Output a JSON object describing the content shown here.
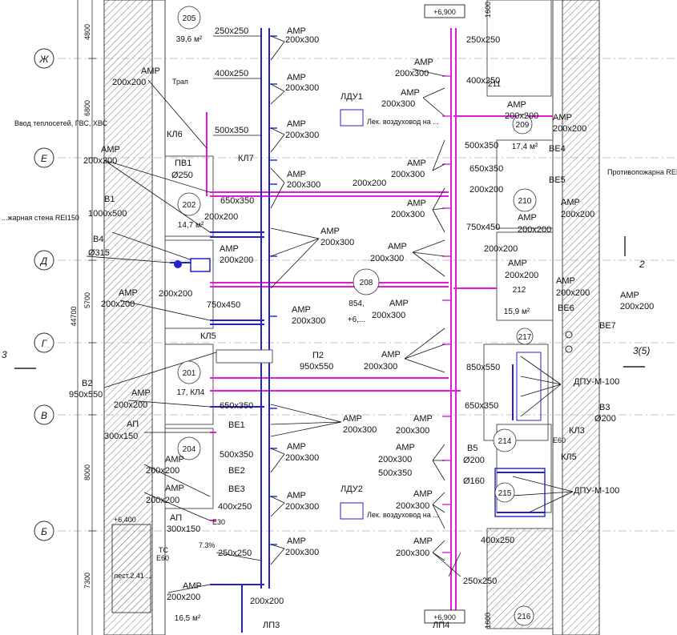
{
  "axes": {
    "left": [
      "Ж",
      "Е",
      "Д",
      "Г",
      "В",
      "Б"
    ],
    "right_top": "2",
    "right_mid": "3(5)",
    "left_mid": "3"
  },
  "dimensions": [
    "4800",
    "6800",
    "5700",
    "44700",
    "8000",
    "7300",
    "1600",
    "1600"
  ],
  "rooms": [
    "205",
    "39,6 м²",
    "202",
    "14,7 м²",
    "201",
    "17, КЛ4",
    "204",
    "208",
    "210",
    "17,4 м²",
    "211",
    "212",
    "15,9 м²",
    "217",
    "214",
    "215",
    "216",
    "16,5 м²",
    "209",
    "854,",
    "+6,..."
  ],
  "levels": [
    "+6,900",
    "+6,900"
  ],
  "notes": {
    "supply_note": "Ввод теплосетей, ГВС, ХВС",
    "fire_wall_left": "...жарная стена REI150",
    "fire_wall_right": "Противопожарна REI150",
    "duct_note_1": "Лек. воздуховод на ...",
    "duct_note_2": "Лек. воздуховод на ...",
    "trap": "Трап",
    "slope": "7.3%",
    "stair": "+6,400",
    "ladder": "лест.2.41 ...",
    "e60_1": "Е60",
    "e60_2": "Е60",
    "e30": "Е30"
  },
  "labels": {
    "amp": "АМР",
    "s200x300": "200х300",
    "s200x200": "200х200",
    "d250x250": "250х250",
    "d400x250": "400х250",
    "d500x350": "500х350",
    "d650x350": "650х350",
    "d750x450": "750х450",
    "d850x550": "850х550",
    "d200x200": "200х200",
    "d650x350b": "650х350",
    "kl6": "КЛ6",
    "kl7": "КЛ7",
    "kl5": "КЛ5",
    "kl3": "КЛ3",
    "kl5b": "КЛ5",
    "pv1": "ПВ1",
    "phi250": "Ø250",
    "v1": "В1",
    "v1size": "1000х500",
    "v4": "В4",
    "phi315": "Ø315",
    "v2": "В2",
    "v2size": "950х550",
    "p2": "П2",
    "p2size": "950х550",
    "ap": "АП",
    "ap_size": "300х150",
    "ap2": "АП",
    "ap2_size": "300х150",
    "ve1": "ВЕ1",
    "ve2": "ВЕ2",
    "ve3": "ВЕ3",
    "ve4": "ВЕ4",
    "ve5": "ВЕ5",
    "ve6": "ВЕ6",
    "ve7": "ВЕ7",
    "v3": "В3",
    "phi200a": "Ø200",
    "v5": "В5",
    "phi200b": "Ø200",
    "phi160": "Ø160",
    "dpu1": "ДПУ-М-100",
    "dpu2": "ДПУ-М-100",
    "ldu1": "ЛДУ1",
    "ldu2": "ЛДУ2",
    "lp3": "ЛП3",
    "lp4": "ЛП4",
    "ts": "ТС"
  }
}
